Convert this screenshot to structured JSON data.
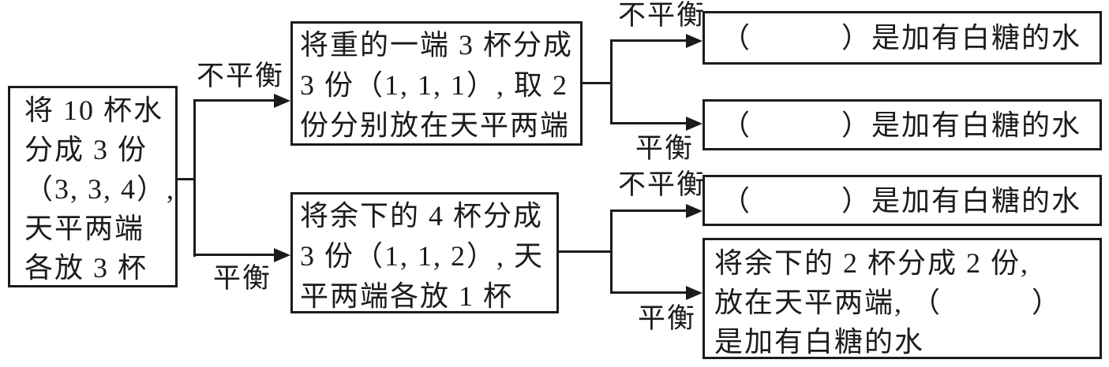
{
  "page": {
    "background_color": "#ffffff",
    "ink_color": "#1b1b1b",
    "diagram_type": "flowchart",
    "language": "zh"
  },
  "flowchart": {
    "nodes": [
      {
        "id": "start",
        "text": "将 10 杯水\n分成 3 份\n（3, 3, 4）,\n天平两端\n各放 3 杯"
      },
      {
        "id": "divide-heavier-three",
        "text": "将重的一端 3 杯分成\n3 份（1, 1, 1）, 取 2\n份分别放在天平两端"
      },
      {
        "id": "divide-remaining-four",
        "text": "将余下的 4 杯分成\n3 份（1, 1, 2）, 天\n平两端各放 1 杯"
      },
      {
        "id": "result-1",
        "text": "（　　　）是加有白糖的水"
      },
      {
        "id": "result-2",
        "text": "（　　　）是加有白糖的水"
      },
      {
        "id": "result-3",
        "text": "（　　　）是加有白糖的水"
      },
      {
        "id": "result-4",
        "text": "将余下的 2 杯分成 2 份,\n放在天平两端, （　　　）\n是加有白糖的水"
      }
    ],
    "edge_labels": [
      {
        "id": "root-unbalanced",
        "label": "不平衡"
      },
      {
        "id": "root-balanced",
        "label": "平衡"
      },
      {
        "id": "midtop-unbalanced",
        "label": "不平衡"
      },
      {
        "id": "midtop-balanced",
        "label": "平衡"
      },
      {
        "id": "midbottom-unbalanced",
        "label": "不平衡"
      },
      {
        "id": "midbottom-balanced",
        "label": "平衡"
      }
    ]
  }
}
